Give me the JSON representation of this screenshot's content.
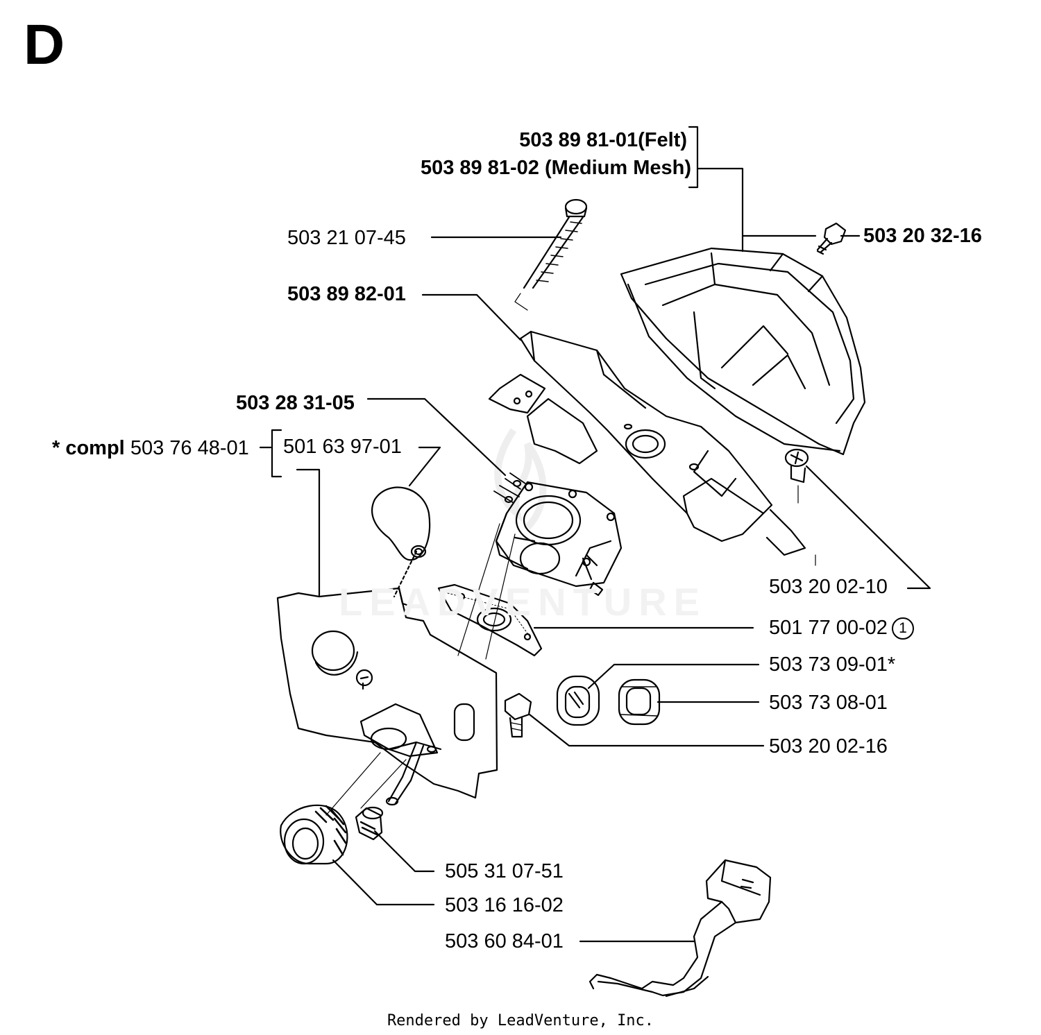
{
  "section_letter": "D",
  "watermark": "LEADVENTURE",
  "footer": "Rendered by LeadVenture, Inc.",
  "parts": {
    "filter_felt": "503 89 81-01(Felt)",
    "filter_mesh": "503 89 81-02 (Medium Mesh)",
    "screw_long": "503 21 07-45",
    "screw_cover": "503 20 32-16",
    "filter_holder": "503 89 82-01",
    "carburetor": "503 28 31-05",
    "compl_prefix": "* compl",
    "compl_number": "503 76 48-01",
    "primer_bulb": "501 63 97-01",
    "screw_holder": "503 20 02-10",
    "gasket": "501 77 00-02",
    "gasket_note_number": "1",
    "grommet_a": "503 73 09-01*",
    "grommet_b": "503 73 08-01",
    "screw_base": "503 20 02-16",
    "sleeve": "505 31 07-51",
    "intake_rubber": "503 16 16-02",
    "choke_rod": "503 60 84-01"
  }
}
